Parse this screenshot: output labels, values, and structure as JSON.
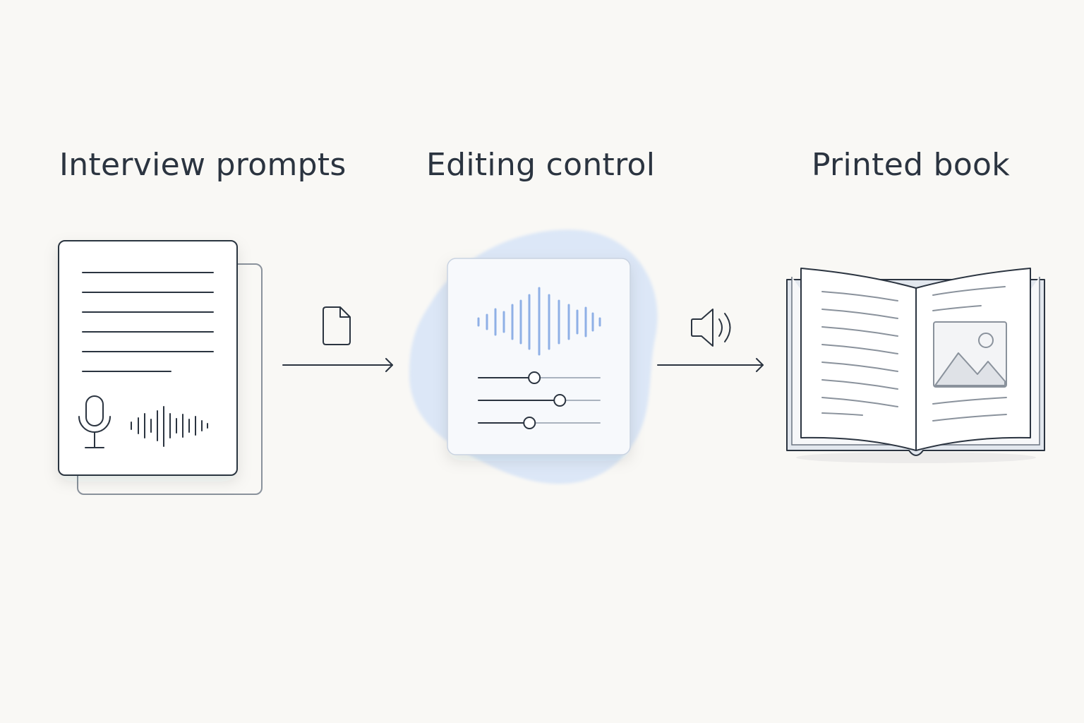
{
  "stages": [
    {
      "title": "Interview prompts",
      "icon": "document-with-microphone-icon"
    },
    {
      "title": "Editing control",
      "icon": "audio-editor-icon"
    },
    {
      "title": "Printed book",
      "icon": "open-book-icon"
    }
  ],
  "connectors": [
    {
      "icon": "file-icon"
    },
    {
      "icon": "speaker-icon"
    }
  ],
  "colors": {
    "background": "#f9f8f5",
    "ink": "#2b3440",
    "accent": "#8fb0e6",
    "accent_soft": "#dbe6f6"
  },
  "editor": {
    "slider_levels": [
      0.46,
      0.67,
      0.42
    ]
  }
}
